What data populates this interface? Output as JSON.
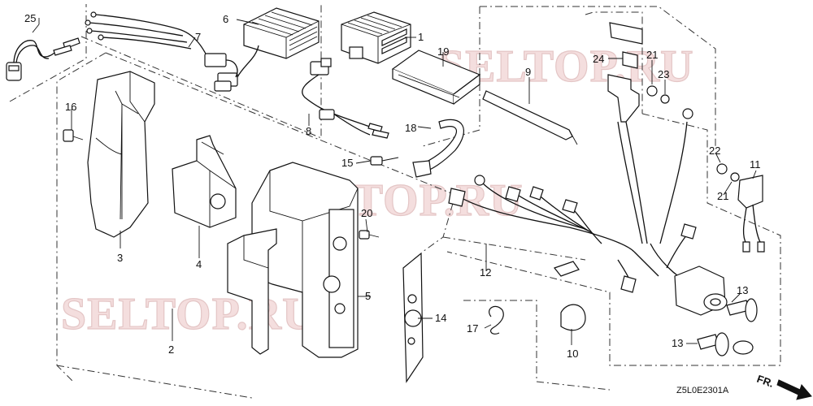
{
  "watermarks": [
    "SELTOP.RU",
    "SELTOP.RU",
    "SELTOP.RU"
  ],
  "callouts": {
    "p1": "1",
    "p2": "2",
    "p3": "3",
    "p4": "4",
    "p5": "5",
    "p6": "6",
    "p7": "7",
    "p8": "8",
    "p9": "9",
    "p10": "10",
    "p11": "11",
    "p12": "12",
    "p13a": "13",
    "p13b": "13",
    "p14": "14",
    "p15": "15",
    "p16": "16",
    "p17": "17",
    "p18": "18",
    "p19": "19",
    "p20": "20",
    "p21a": "21",
    "p21b": "21",
    "p22": "22",
    "p23": "23",
    "p24": "24",
    "p25": "25"
  },
  "diagram_code": "Z5L0E2301A",
  "front_marker": "FR."
}
